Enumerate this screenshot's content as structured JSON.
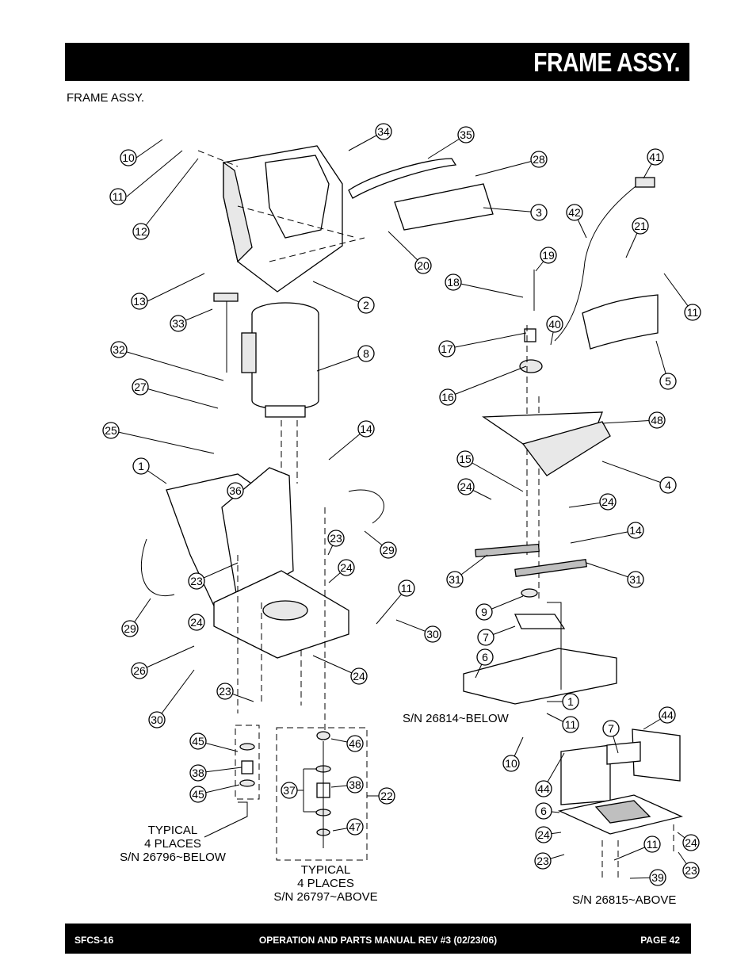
{
  "header": {
    "title": "FRAME ASSY."
  },
  "subtitle": "FRAME ASSY.",
  "callouts": [
    {
      "label": "10"
    },
    {
      "label": "11"
    },
    {
      "label": "12"
    },
    {
      "label": "13"
    },
    {
      "label": "34"
    },
    {
      "label": "35"
    },
    {
      "label": "28"
    },
    {
      "label": "3"
    },
    {
      "label": "41"
    },
    {
      "label": "42"
    },
    {
      "label": "21"
    },
    {
      "label": "19"
    },
    {
      "label": "18"
    },
    {
      "label": "20"
    },
    {
      "label": "2"
    },
    {
      "label": "33"
    },
    {
      "label": "40"
    },
    {
      "label": "11"
    },
    {
      "label": "17"
    },
    {
      "label": "32"
    },
    {
      "label": "8"
    },
    {
      "label": "5"
    },
    {
      "label": "27"
    },
    {
      "label": "16"
    },
    {
      "label": "48"
    },
    {
      "label": "25"
    },
    {
      "label": "14"
    },
    {
      "label": "1"
    },
    {
      "label": "15"
    },
    {
      "label": "4"
    },
    {
      "label": "36"
    },
    {
      "label": "24"
    },
    {
      "label": "24"
    },
    {
      "label": "14"
    },
    {
      "label": "23"
    },
    {
      "label": "29"
    },
    {
      "label": "24"
    },
    {
      "label": "31"
    },
    {
      "label": "31"
    },
    {
      "label": "23"
    },
    {
      "label": "11"
    },
    {
      "label": "24"
    },
    {
      "label": "9"
    },
    {
      "label": "29"
    },
    {
      "label": "30"
    },
    {
      "label": "7"
    },
    {
      "label": "6"
    },
    {
      "label": "26"
    },
    {
      "label": "24"
    },
    {
      "label": "1"
    },
    {
      "label": "23"
    },
    {
      "label": "11"
    },
    {
      "label": "30"
    },
    {
      "label": "10"
    },
    {
      "label": "7"
    },
    {
      "label": "44"
    },
    {
      "label": "45"
    },
    {
      "label": "46"
    },
    {
      "label": "38"
    },
    {
      "label": "38"
    },
    {
      "label": "37"
    },
    {
      "label": "22"
    },
    {
      "label": "45"
    },
    {
      "label": "44"
    },
    {
      "label": "6"
    },
    {
      "label": "47"
    },
    {
      "label": "24"
    },
    {
      "label": "11"
    },
    {
      "label": "24"
    },
    {
      "label": "23"
    },
    {
      "label": "23"
    },
    {
      "label": "39"
    }
  ],
  "notes": {
    "typical_below": [
      "TYPICAL",
      "4 PLACES",
      "S/N 26796~BELOW"
    ],
    "typical_above": [
      "TYPICAL",
      "4 PLACES",
      "S/N 26797~ABOVE"
    ],
    "sn_below": "S/N 26814~BELOW",
    "sn_above": "S/N 26815~ABOVE"
  },
  "footer": {
    "model": "SFCS-16",
    "manual": "OPERATION AND PARTS MANUAL REV #3 (02/23/06)",
    "page": "PAGE 42"
  }
}
